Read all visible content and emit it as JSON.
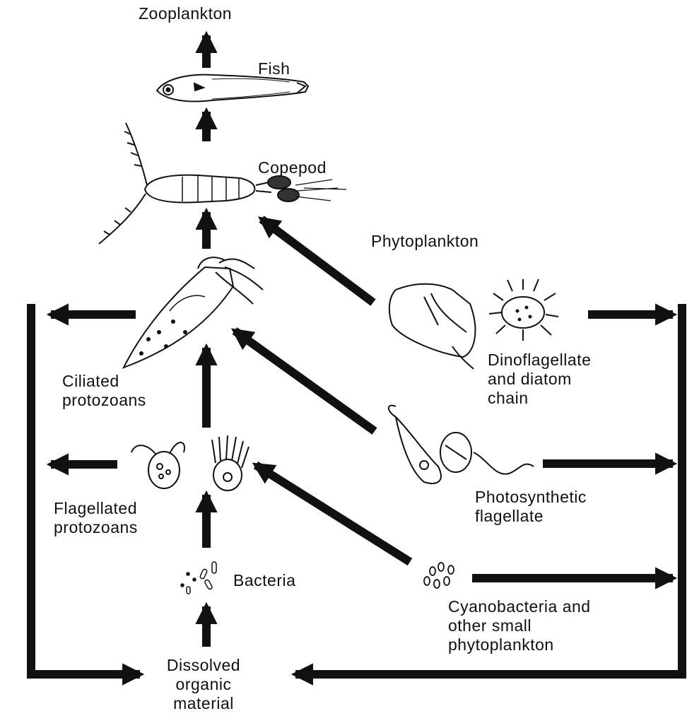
{
  "labels": {
    "zooplankton": "Zooplankton",
    "fish": "Fish",
    "copepod": "Copepod",
    "phytoplankton": "Phytoplankton",
    "ciliated": [
      "Ciliated",
      "protozoans"
    ],
    "dinoflagellate": [
      "Dinoflagellate",
      "and diatom",
      "chain"
    ],
    "flagellated": [
      "Flagellated",
      "protozoans"
    ],
    "photosynthetic": [
      "Photosynthetic",
      "flagellate"
    ],
    "bacteria": "Bacteria",
    "cyanobacteria": [
      "Cyanobacteria and",
      "other small",
      "phytoplankton"
    ],
    "dom": [
      "Dissolved",
      "organic",
      "material"
    ]
  },
  "colors": {
    "ink": "#111111",
    "background": "#ffffff"
  }
}
